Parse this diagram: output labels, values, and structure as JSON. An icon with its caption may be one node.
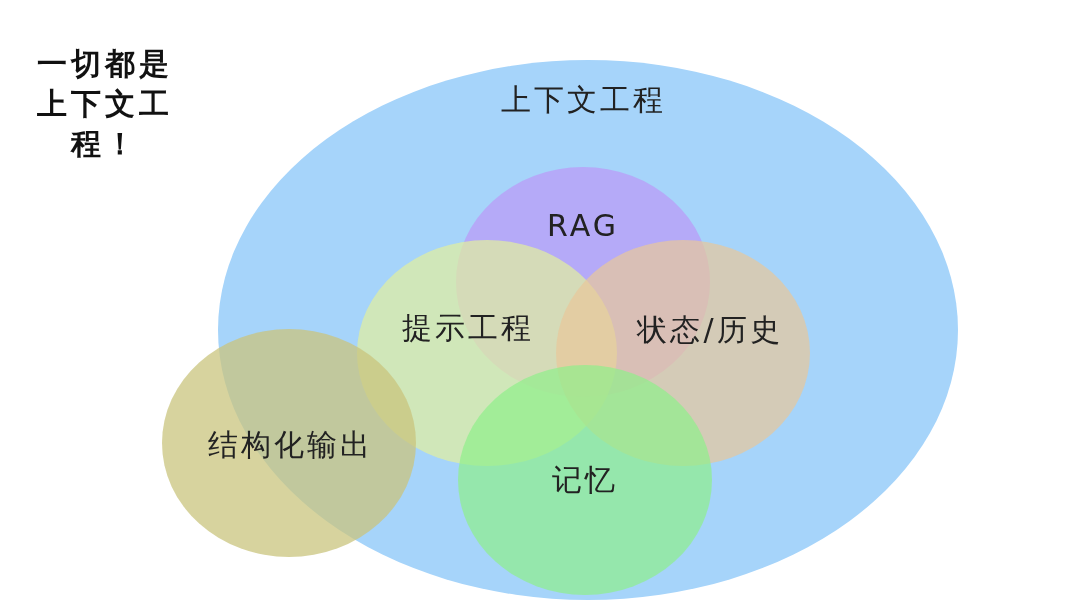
{
  "diagram": {
    "nodes": [
      {
        "text": [
          "上下文工程"
        ]
      },
      {
        "text": [
          "RAG"
        ],
        "in": 0
      },
      {
        "text": [
          "提示工程"
        ],
        "in": 0
      },
      {
        "text": [
          "状态/历史"
        ],
        "in": 0
      },
      {
        "text": [
          "记忆"
        ],
        "in": 0
      },
      {
        "text": [
          "结构化输出"
        ]
      }
    ],
    "labels": [
      "一切都是上下文工程！"
    ]
  }
}
